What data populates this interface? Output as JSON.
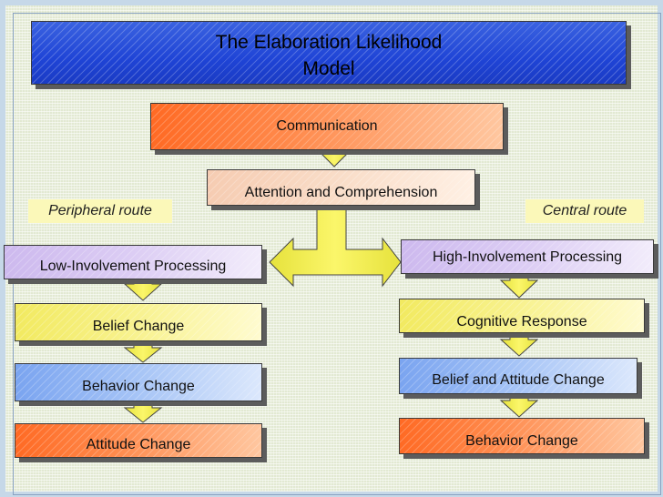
{
  "title": {
    "line1": "The Elaboration Likelihood",
    "line2": "Model"
  },
  "communication": "Communication",
  "attention": "Attention and Comprehension",
  "peripheral": {
    "route_label": "Peripheral route",
    "steps": [
      "Low-Involvement Processing",
      "Belief Change",
      "Behavior Change",
      "Attitude Change"
    ]
  },
  "central": {
    "route_label": "Central route",
    "steps": [
      "High-Involvement Processing",
      "Cognitive Response",
      "Belief and Attitude Change",
      "Behavior Change"
    ]
  },
  "colors": {
    "title": "#1f44d6",
    "orange": "#ff6a24",
    "peach": "#f6ccb2",
    "lilac": "#cdb9ee",
    "yellow": "#f2ea60",
    "blue": "#7aa4f0",
    "arrow": "#f0ec50",
    "route_label_bg": "#fbf8b9"
  }
}
